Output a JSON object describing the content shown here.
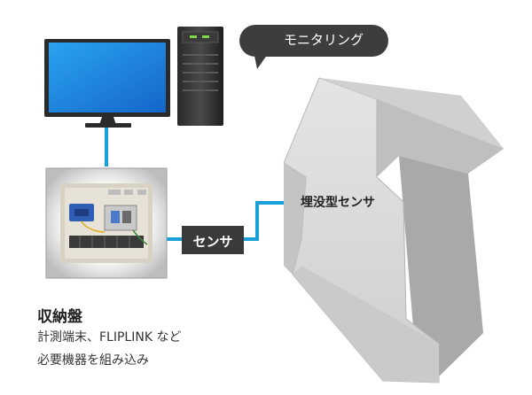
{
  "labels": {
    "monitoring": "モニタリング",
    "sensor": "センサ",
    "embedded_sensor": "埋没型センサ"
  },
  "cabinet": {
    "title": "収納盤",
    "desc_line1": "計測端末、FLIPLINK など",
    "desc_line2": "必要機器を組み込み"
  },
  "colors": {
    "connector": "#1aa0d8",
    "bubble": "#3d3d3d",
    "sensor_box": "#3a3a3a",
    "monitor_screen": "#1e8fe0",
    "girder": "#d9d9d9"
  },
  "icons": {
    "monitor": "monitor-icon",
    "tower": "pc-tower-icon",
    "cabinet": "cabinet-photo",
    "girder": "concrete-girder"
  }
}
